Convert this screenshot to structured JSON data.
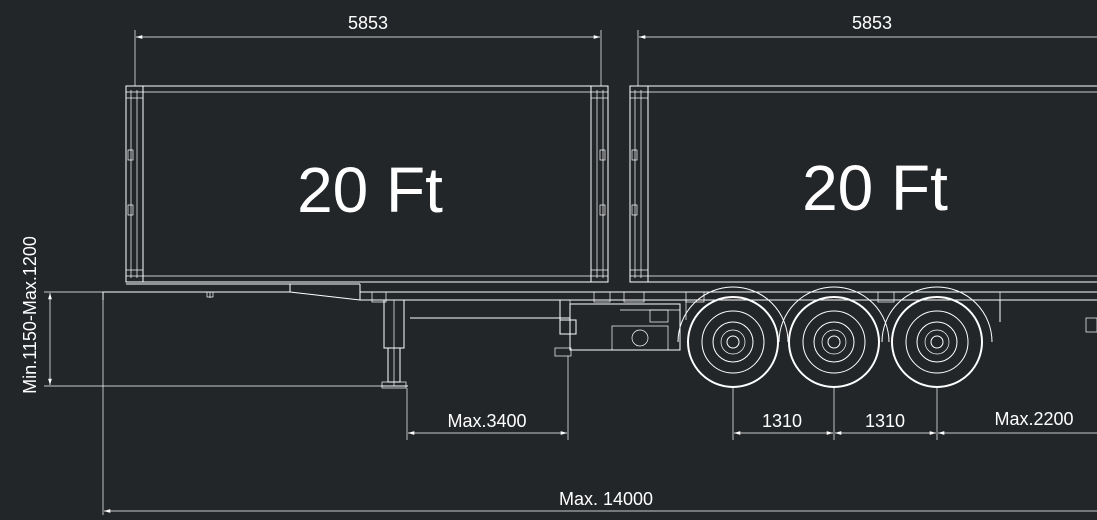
{
  "containers": [
    {
      "label": "20 Ft",
      "length_label": "5853"
    },
    {
      "label": "20 Ft",
      "length_label": "5853"
    }
  ],
  "dimensions": {
    "height": "Min.1150-Max.1200",
    "kingpin_to_leg": "Max.3400",
    "axle_spacing_1": "1310",
    "axle_spacing_2": "1310",
    "rear_overhang": "Max.2200",
    "total_length": "Max. 14000"
  },
  "colors": {
    "background": "#232629",
    "lines": "#ffffff"
  }
}
